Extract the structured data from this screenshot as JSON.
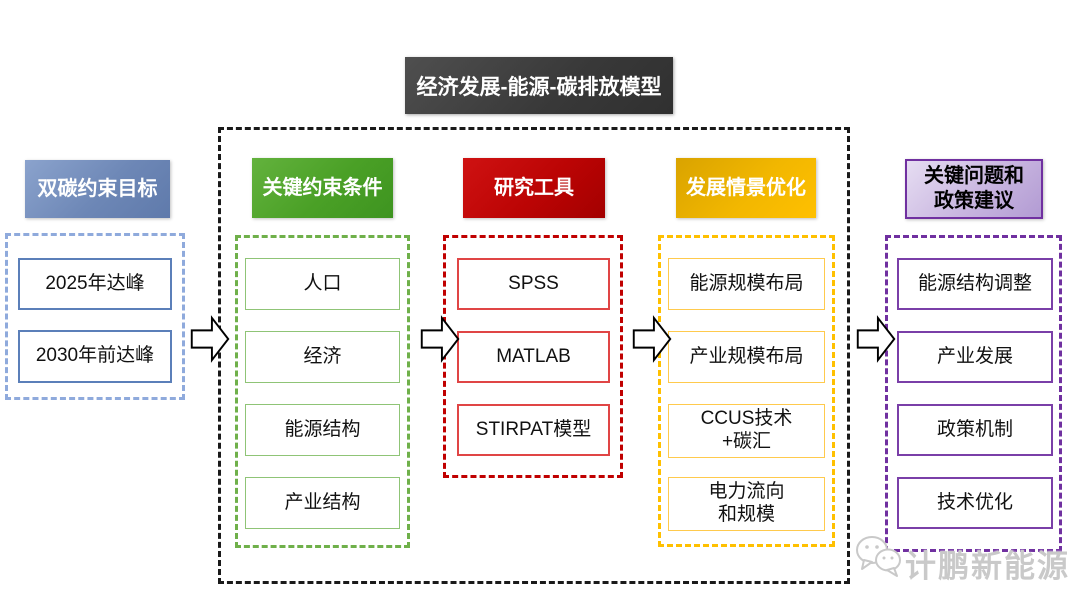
{
  "title": {
    "label": "经济发展-能源-碳排放模型",
    "bg_color": "#3f3f3f",
    "text_color": "#ffffff"
  },
  "outer_frame": {
    "border_color": "#1a1a1a",
    "style": "dashed"
  },
  "columns": [
    {
      "id": "dual-carbon-targets",
      "header_lines": [
        "双碳约束目标"
      ],
      "accent_color": "#6d87b6",
      "items": [
        {
          "lines": [
            "2025年达峰"
          ]
        },
        {
          "lines": [
            "2030年前达峰"
          ]
        }
      ]
    },
    {
      "id": "key-constraints",
      "header_lines": [
        "关键约束条件"
      ],
      "accent_color": "#4aa026",
      "items": [
        {
          "lines": [
            "人口"
          ]
        },
        {
          "lines": [
            "经济"
          ]
        },
        {
          "lines": [
            "能源结构"
          ]
        },
        {
          "lines": [
            "产业结构"
          ]
        }
      ]
    },
    {
      "id": "research-tools",
      "header_lines": [
        "研究工具"
      ],
      "accent_color": "#c00000",
      "items": [
        {
          "lines": [
            "SPSS"
          ]
        },
        {
          "lines": [
            "MATLAB"
          ]
        },
        {
          "lines": [
            "STIRPAT模型"
          ]
        }
      ]
    },
    {
      "id": "scenario-optimization",
      "header_lines": [
        "发展情景优化"
      ],
      "accent_color": "#ffc000",
      "items": [
        {
          "lines": [
            "能源规模布局"
          ]
        },
        {
          "lines": [
            "产业规模布局"
          ]
        },
        {
          "lines": [
            "CCUS技术",
            "+碳汇"
          ]
        },
        {
          "lines": [
            "电力流向",
            "和规模"
          ]
        }
      ]
    },
    {
      "id": "policy-recommendations",
      "header_lines": [
        "关键问题和",
        "政策建议"
      ],
      "accent_color": "#7030a0",
      "items": [
        {
          "lines": [
            "能源结构调整"
          ]
        },
        {
          "lines": [
            "产业发展"
          ]
        },
        {
          "lines": [
            "政策机制"
          ]
        },
        {
          "lines": [
            "技术优化"
          ]
        }
      ]
    }
  ],
  "arrows": {
    "count": 4,
    "fill": "#ffffff",
    "stroke": "#000000"
  },
  "watermark": {
    "label": "计鹏新能源",
    "icon": "wechat-logo-icon",
    "color": "#c9c9c9"
  }
}
